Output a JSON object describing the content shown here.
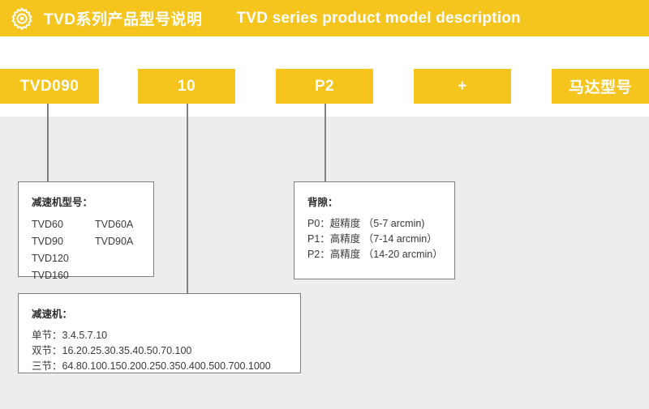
{
  "header": {
    "icon": "gear-icon",
    "title_cn": "TVD系列产品型号说明",
    "title_en": "TVD series product model description",
    "background_color": "#F5C51E",
    "text_color": "#FFFFFF"
  },
  "model_code": {
    "chips": [
      {
        "label": "TVD090",
        "name": "chip-gearbox-model"
      },
      {
        "label": "10",
        "name": "chip-ratio"
      },
      {
        "label": "P2",
        "name": "chip-backlash"
      },
      {
        "label": "+",
        "name": "chip-plus"
      },
      {
        "label": "马达型号",
        "name": "chip-motor-model"
      }
    ]
  },
  "cards": {
    "models": {
      "title": "减速机型号：",
      "entries": [
        {
          "left": "TVD60",
          "right": "TVD60A"
        },
        {
          "left": "TVD90",
          "right": "TVD90A"
        },
        {
          "left": "TVD120",
          "right": ""
        },
        {
          "left": "TVD160",
          "right": ""
        }
      ]
    },
    "backlash": {
      "title": "背隙：",
      "lines": [
        "P0：超精度 （5-7 arcmin)",
        "P1：高精度 （7-14 arcmin）",
        "P2：高精度 （14-20 arcmin）"
      ]
    },
    "ratio": {
      "title": "减速机：",
      "lines": [
        "单节：3.4.5.7.10",
        "双节：16.20.25.30.35.40.50.70.100",
        "三节：64.80.100.150.200.250.350.400.500.700.1000"
      ]
    }
  },
  "colors": {
    "accent_yellow": "#F5C51E",
    "panel_gray": "#EDEDED",
    "line_gray": "#808080",
    "text_dark": "#3A3A3A"
  }
}
